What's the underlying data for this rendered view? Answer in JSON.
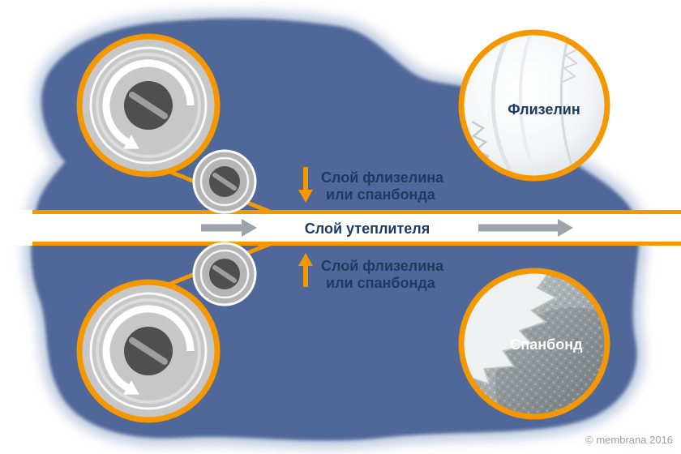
{
  "labels": {
    "top_layer": {
      "line1": "Слой флизелина",
      "line2": "или спанбонда"
    },
    "band": "Слой утеплителя",
    "bottom_layer": {
      "line1": "Слой флизелина",
      "line2": "или спанбонда"
    },
    "inset_top": "Флизелин",
    "inset_bottom": "Спанбонд",
    "watermark": "© membrana 2016"
  },
  "colors": {
    "accent_orange": "#F59800",
    "blob_blue": "#4F6899",
    "label_navy": "#1E3A63",
    "flow_arrow_gray": "#9CA3AB",
    "roller_gray": "#C7C7C7",
    "roller_hub_dark": "#4F4F4F"
  }
}
